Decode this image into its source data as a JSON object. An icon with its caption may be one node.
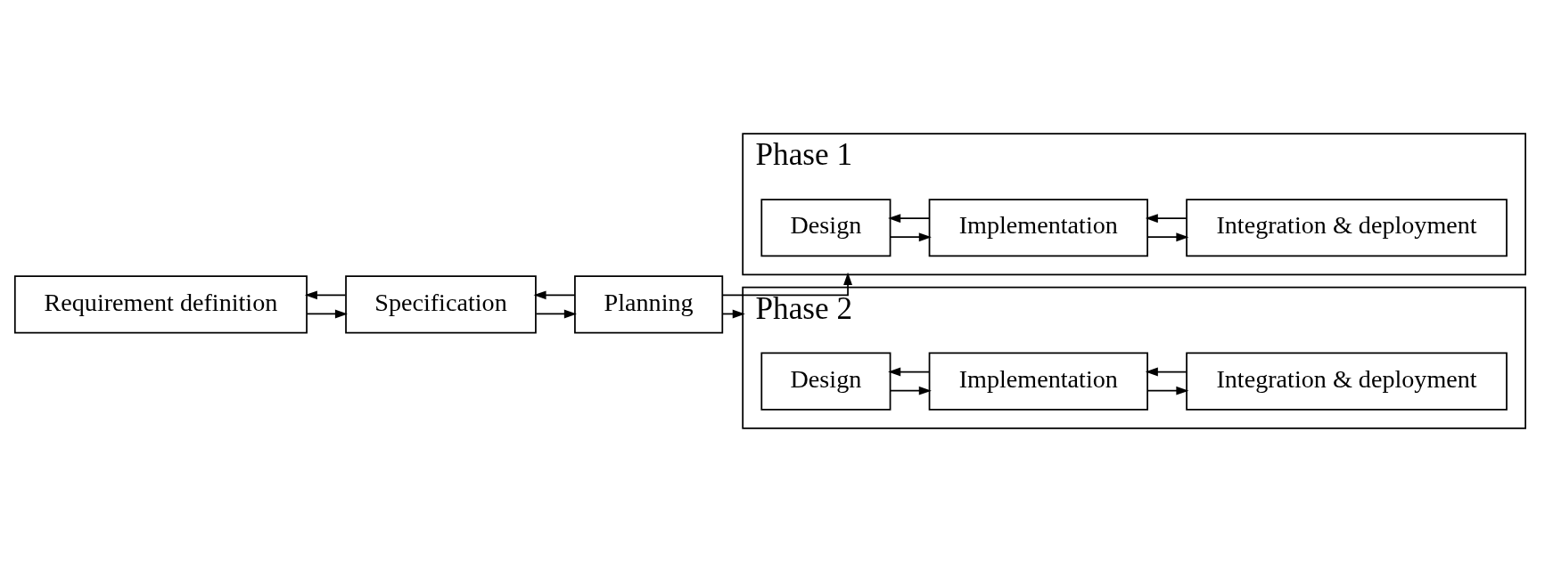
{
  "diagram": {
    "nodes": [
      {
        "text": [
          "Requirement definition"
        ]
      },
      {
        "text": [
          "Specification"
        ]
      },
      {
        "text": [
          "Planning"
        ]
      },
      {
        "text": [
          "Phase 1"
        ]
      },
      {
        "text": [
          "Design"
        ],
        "in": 3
      },
      {
        "text": [
          "Implementation"
        ],
        "in": 3
      },
      {
        "text": [
          "Integration & deployment"
        ],
        "in": 3
      },
      {
        "text": [
          "Phase 2"
        ]
      },
      {
        "text": [
          "Design"
        ],
        "in": 7
      },
      {
        "text": [
          "Implementation"
        ],
        "in": 7
      },
      {
        "text": [
          "Integration & deployment"
        ],
        "in": 7
      }
    ],
    "edges": [
      {
        "from": 0,
        "to": 1,
        "arrow": "to"
      },
      {
        "from": 1,
        "to": 0,
        "arrow": "to"
      },
      {
        "from": 1,
        "to": 2,
        "arrow": "to"
      },
      {
        "from": 2,
        "to": 1,
        "arrow": "to"
      },
      {
        "from": 2,
        "to": 3,
        "arrow": "to"
      },
      {
        "from": 2,
        "to": 7,
        "arrow": "to"
      },
      {
        "from": 4,
        "to": 5,
        "arrow": "to"
      },
      {
        "from": 5,
        "to": 4,
        "arrow": "to"
      },
      {
        "from": 5,
        "to": 6,
        "arrow": "to"
      },
      {
        "from": 6,
        "to": 5,
        "arrow": "to"
      },
      {
        "from": 8,
        "to": 9,
        "arrow": "to"
      },
      {
        "from": 9,
        "to": 8,
        "arrow": "to"
      },
      {
        "from": 9,
        "to": 10,
        "arrow": "to"
      },
      {
        "from": 10,
        "to": 9,
        "arrow": "to"
      }
    ]
  }
}
